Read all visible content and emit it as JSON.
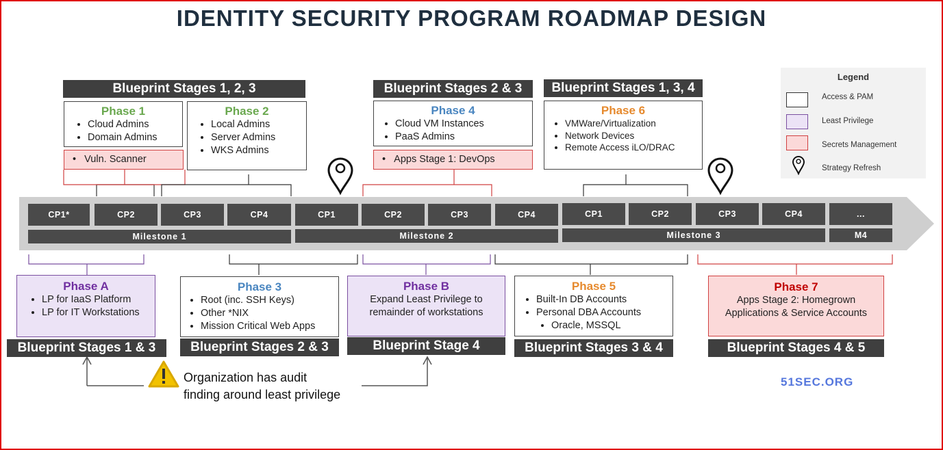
{
  "title": "IDENTITY SECURITY PROGRAM ROADMAP DESIGN",
  "colors": {
    "frame": "#e00000",
    "bar": "#4a4a4a",
    "arrow": "#cfcfcf",
    "access_pam": "#ffffff",
    "least_privilege": "#ece3f6",
    "secrets_management": "#fbd9d9"
  },
  "top": {
    "bp1": "Blueprint Stages 1, 2, 3",
    "bp2": "Blueprint Stages 2 & 3",
    "bp3": "Blueprint Stages 1, 3, 4",
    "phase1": {
      "title": "Phase 1",
      "items": [
        "Cloud Admins",
        "Domain Admins"
      ]
    },
    "phase1_secret": "Vuln. Scanner",
    "phase2": {
      "title": "Phase 2",
      "items": [
        "Local Admins",
        "Server Admins",
        "WKS Admins"
      ]
    },
    "phase4": {
      "title": "Phase 4",
      "items": [
        "Cloud VM Instances",
        "PaaS Admins"
      ]
    },
    "phase4_secret": "Apps Stage 1: DevOps",
    "phase6": {
      "title": "Phase 6",
      "items": [
        "VMWare/Virtualization",
        "Network Devices",
        "Remote Access iLO/DRAC"
      ]
    }
  },
  "timeline": {
    "checkpoints": [
      "CP1*",
      "CP2",
      "CP3",
      "CP4",
      "CP1",
      "CP2",
      "CP3",
      "CP4",
      "CP1",
      "CP2",
      "CP3",
      "CP4",
      "..."
    ],
    "milestones": [
      "Milestone 1",
      "Milestone 2",
      "Milestone 3",
      "M4"
    ]
  },
  "bottom": {
    "phaseA": {
      "title": "Phase A",
      "items": [
        "LP for IaaS Platform",
        "LP for IT Workstations"
      ]
    },
    "phase3": {
      "title": "Phase 3",
      "items": [
        "Root (inc. SSH Keys)",
        "Other *NIX",
        "Mission Critical Web Apps"
      ]
    },
    "phaseB": {
      "title": "Phase B",
      "text": [
        "Expand Least Privilege to",
        "remainder of workstations"
      ]
    },
    "phase5": {
      "title": "Phase 5",
      "items": [
        "Built-In DB Accounts",
        "Personal DBA Accounts"
      ],
      "sub": [
        "Oracle, MSSQL"
      ]
    },
    "phase7": {
      "title": "Phase 7",
      "text": [
        "Apps Stage 2: Homegrown",
        "Applications & Service Accounts"
      ]
    },
    "bp_a": "Blueprint Stages 1 & 3",
    "bp_3": "Blueprint Stages 2 & 3",
    "bp_b": "Blueprint Stage 4",
    "bp_5": "Blueprint Stages 3 & 4",
    "bp_7": "Blueprint Stages 4 & 5"
  },
  "legend": {
    "title": "Legend",
    "items": [
      {
        "label": "Access & PAM"
      },
      {
        "label": "Least Privilege"
      },
      {
        "label": "Secrets Management"
      },
      {
        "label": "Strategy Refresh"
      }
    ]
  },
  "note": [
    "Organization has audit",
    "finding around least privilege"
  ],
  "watermark": "51SEC.ORG"
}
